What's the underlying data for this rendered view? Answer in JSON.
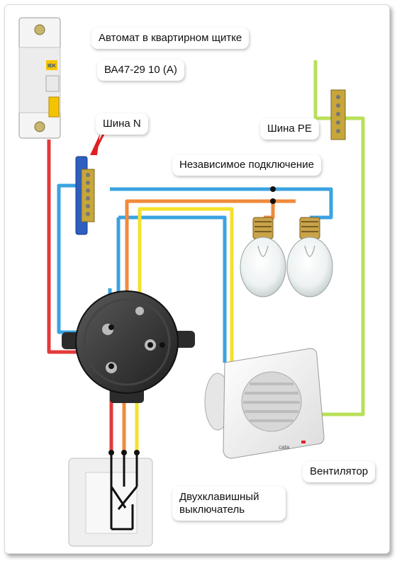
{
  "labels": {
    "breaker_title": "Автомат в квартирном щитке",
    "breaker_model": "ВА47-29 10 (А)",
    "bus_n": "Шина N",
    "bus_pe": "Шина PE",
    "independent": "Независимое подключение",
    "fan": "Вентилятор",
    "switch_line1": "Двухклавишный",
    "switch_line2": "выключатель"
  },
  "device_text": {
    "breaker_brand": "IEK",
    "fan_brand": "cata"
  },
  "colors": {
    "phase": "#e23a3a",
    "neutral": "#3aa3e0",
    "orange": "#f08a3c",
    "yellow": "#f5e12d",
    "pe": "#b8e05a"
  },
  "icons": [
    "circuit-breaker-icon",
    "bus-bar-icon",
    "junction-box-icon",
    "light-bulb-icon",
    "exhaust-fan-icon",
    "double-switch-icon"
  ]
}
